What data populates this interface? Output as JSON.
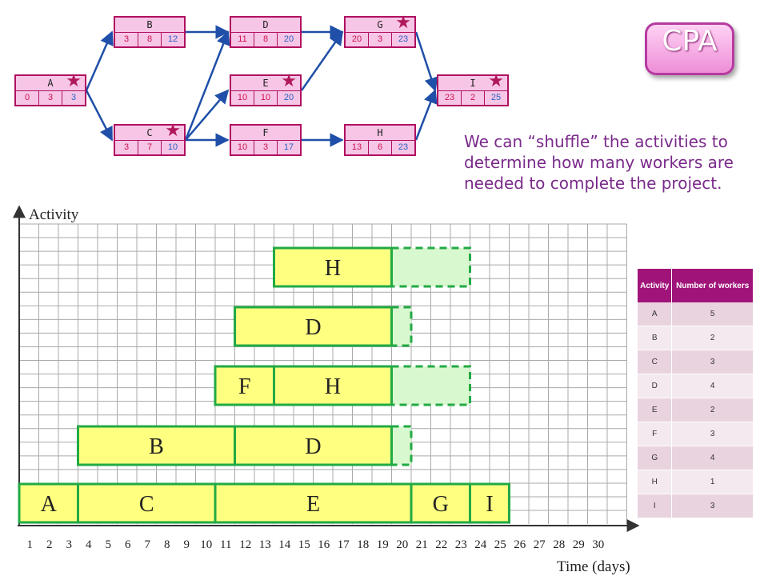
{
  "title_button": "CPA",
  "note": "We can “shuffle” the activities to determine how many workers are needed to complete the project.",
  "network": [
    {
      "id": "A",
      "values": [
        "0",
        "3",
        "3"
      ],
      "critical": true
    },
    {
      "id": "B",
      "values": [
        "3",
        "8",
        "12"
      ],
      "critical": false
    },
    {
      "id": "C",
      "values": [
        "3",
        "7",
        "10"
      ],
      "critical": true
    },
    {
      "id": "D",
      "values": [
        "11",
        "8",
        "20"
      ],
      "critical": false
    },
    {
      "id": "E",
      "values": [
        "10",
        "10",
        "20"
      ],
      "critical": true
    },
    {
      "id": "F",
      "values": [
        "10",
        "3",
        "17"
      ],
      "critical": false
    },
    {
      "id": "G",
      "values": [
        "20",
        "3",
        "23"
      ],
      "critical": true
    },
    {
      "id": "H",
      "values": [
        "13",
        "6",
        "23"
      ],
      "critical": false
    },
    {
      "id": "I",
      "values": [
        "23",
        "2",
        "25"
      ],
      "critical": true
    }
  ],
  "edges": [
    [
      "A",
      "B"
    ],
    [
      "A",
      "C"
    ],
    [
      "B",
      "D"
    ],
    [
      "C",
      "E"
    ],
    [
      "C",
      "F"
    ],
    [
      "C",
      "D"
    ],
    [
      "D",
      "G"
    ],
    [
      "E",
      "G"
    ],
    [
      "F",
      "H"
    ],
    [
      "G",
      "I"
    ],
    [
      "H",
      "I"
    ]
  ],
  "chart": {
    "ylabel": "Activity",
    "xlabel": "Time (days)",
    "x_ticks": [
      "1",
      "2",
      "3",
      "4",
      "5",
      "6",
      "7",
      "8",
      "9",
      "10",
      "11",
      "12",
      "13",
      "14",
      "15",
      "16",
      "17",
      "18",
      "19",
      "20",
      "21",
      "22",
      "23",
      "24",
      "25",
      "26",
      "27",
      "28",
      "29",
      "30"
    ],
    "rows": [
      {
        "bars": [
          {
            "label": "A",
            "start": 0,
            "end": 3
          },
          {
            "label": "C",
            "start": 3,
            "end": 10
          },
          {
            "label": "E",
            "start": 10,
            "end": 20
          },
          {
            "label": "G",
            "start": 20,
            "end": 23
          },
          {
            "label": "I",
            "start": 23,
            "end": 25
          }
        ],
        "floats": []
      },
      {
        "bars": [
          {
            "label": "B",
            "start": 3,
            "end": 11
          },
          {
            "label": "D",
            "start": 11,
            "end": 19
          }
        ],
        "floats": [
          {
            "start": 19,
            "end": 20
          }
        ]
      },
      {
        "bars": [
          {
            "label": "F",
            "start": 10,
            "end": 13
          },
          {
            "label": "H",
            "start": 13,
            "end": 19
          }
        ],
        "floats": [
          {
            "start": 19,
            "end": 23
          }
        ]
      },
      {
        "bars": [
          {
            "label": "D",
            "start": 11,
            "end": 19
          }
        ],
        "floats": [
          {
            "start": 19,
            "end": 20
          }
        ]
      },
      {
        "bars": [
          {
            "label": "H",
            "start": 13,
            "end": 19
          }
        ],
        "floats": [
          {
            "start": 19,
            "end": 23
          }
        ]
      }
    ],
    "colors": {
      "bar_fill": "#ffff80",
      "bar_stroke": "#22aa44",
      "float_fill": "#d8f8d0",
      "grid": "#aaaaaa"
    }
  },
  "table": {
    "headers": [
      "Activity",
      "Number of workers"
    ],
    "rows": [
      [
        "A",
        "5"
      ],
      [
        "B",
        "2"
      ],
      [
        "C",
        "3"
      ],
      [
        "D",
        "4"
      ],
      [
        "E",
        "2"
      ],
      [
        "F",
        "3"
      ],
      [
        "G",
        "4"
      ],
      [
        "H",
        "1"
      ],
      [
        "I",
        "3"
      ]
    ]
  }
}
